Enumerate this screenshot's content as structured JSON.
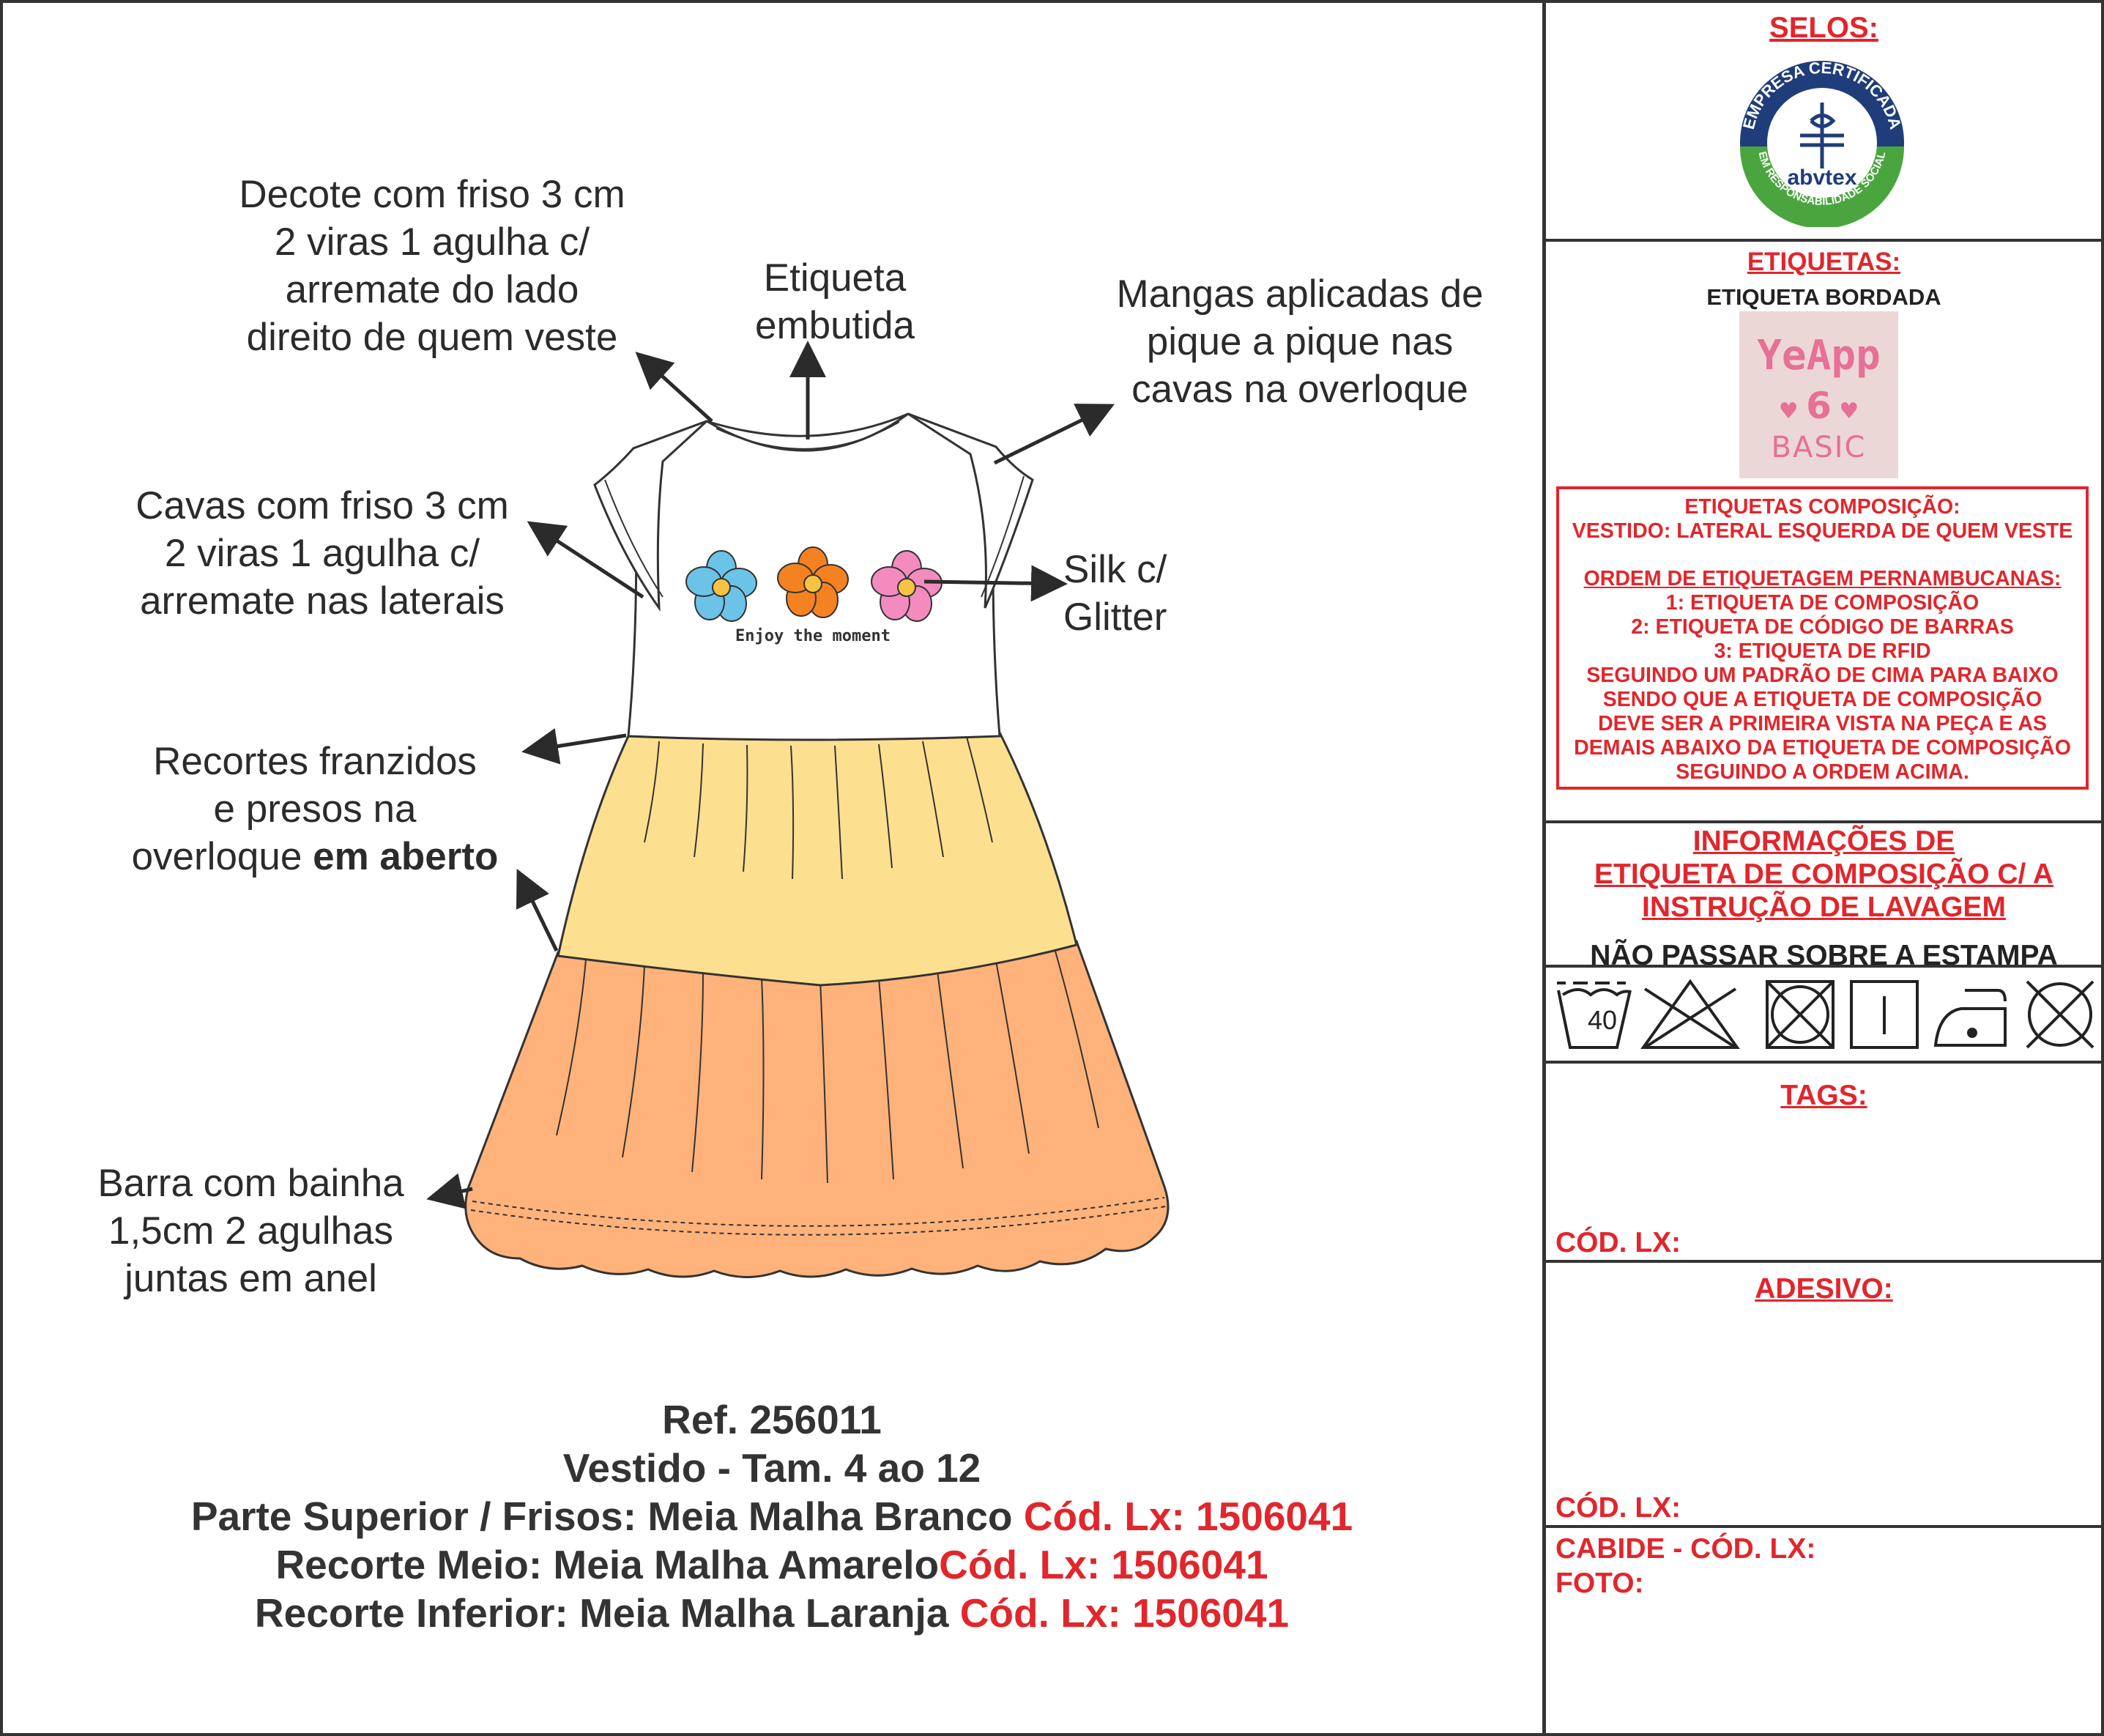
{
  "annotations": {
    "decote": [
      "Decote com friso 3 cm",
      "2 viras 1 agulha c/",
      "arremate do lado",
      "direito de quem veste"
    ],
    "etiqueta": [
      "Etiqueta",
      "embutida"
    ],
    "mangas": [
      "Mangas aplicadas de",
      "pique a pique nas",
      "cavas na overloque"
    ],
    "cavas": [
      "Cavas com friso 3 cm",
      "2 viras 1 agulha c/",
      "arremate nas laterais"
    ],
    "silk": [
      "Silk c/",
      "Glitter"
    ],
    "recortes": {
      "line1": "Recortes franzidos",
      "line2": "e presos na",
      "line3_normal": "overloque ",
      "line3_bold": "em aberto"
    },
    "barra": [
      "Barra com bainha",
      "1,5cm 2 agulhas",
      "juntas em anel"
    ]
  },
  "garment": {
    "print_text": "Enjoy the moment",
    "colors": {
      "top": "#ffffff",
      "middle": "#fde08f",
      "bottom": "#ffb27a",
      "flower_blue": "#6cc3e8",
      "flower_orange": "#f58220",
      "flower_pink": "#f48bbf",
      "flower_center": "#f6c343"
    }
  },
  "footer": {
    "ref": "Ref. 256011",
    "product": "Vestido - Tam. 4 ao 12",
    "line1_main": "Parte Superior / Frisos: Meia Malha Branco ",
    "line1_code": "Cód. Lx: 1506041",
    "line2_main": "Recorte Meio: Meia Malha Amarelo",
    "line2_code": "Cód. Lx: 1506041",
    "line3_main": "Recorte Inferior: Meia Malha Laranja ",
    "line3_code": "Cód. Lx: 1506041"
  },
  "side_panel": {
    "selos_title": "SELOS:",
    "seal": {
      "top_text": "EMPRESA CERTIFICADA",
      "brand": "abvtex",
      "bottom_text": "EM RESPONSABILIDADE SOCIAL"
    },
    "etiquetas_title": "ETIQUETAS:",
    "etiqueta_bordada": "ETIQUETA BORDADA",
    "label_tag": {
      "brand": "YeApp",
      "size": "6",
      "line": "BASIC"
    },
    "composicao_box": [
      "ETIQUETAS COMPOSIÇÃO:",
      "VESTIDO: LATERAL ESQUERDA DE QUEM VESTE",
      "",
      "ORDEM DE ETIQUETAGEM PERNAMBUCANAS:",
      "1: ETIQUETA DE COMPOSIÇÃO",
      "2: ETIQUETA DE CÓDIGO DE BARRAS",
      "3: ETIQUETA DE RFID",
      "SEGUINDO UM PADRÃO DE CIMA PARA BAIXO",
      "SENDO QUE A ETIQUETA DE COMPOSIÇÃO",
      "DEVE SER A PRIMEIRA VISTA NA PEÇA E AS",
      "DEMAIS ABAIXO DA ETIQUETA DE COMPOSIÇÃO",
      "SEGUINDO A ORDEM ACIMA."
    ],
    "info_title": [
      "INFORMAÇÕES DE",
      "ETIQUETA DE COMPOSIÇÃO C/ A",
      "INSTRUÇÃO DE LAVAGEM"
    ],
    "warning": "NÃO PASSAR SOBRE A ESTAMPA",
    "wash_temp": "40",
    "care_icons": [
      "wash-40-icon",
      "no-bleach-icon",
      "no-tumble-dry-icon",
      "line-dry-icon",
      "iron-low-icon",
      "no-dry-clean-icon"
    ],
    "tags_title": "TAGS:",
    "tags_cod": "CÓD. LX:",
    "adesivo_title": "ADESIVO:",
    "adesivo_cod": "CÓD. LX:",
    "cabide": "CABIDE - CÓD. LX:",
    "foto": "FOTO:",
    "accent": "#e1262c"
  }
}
